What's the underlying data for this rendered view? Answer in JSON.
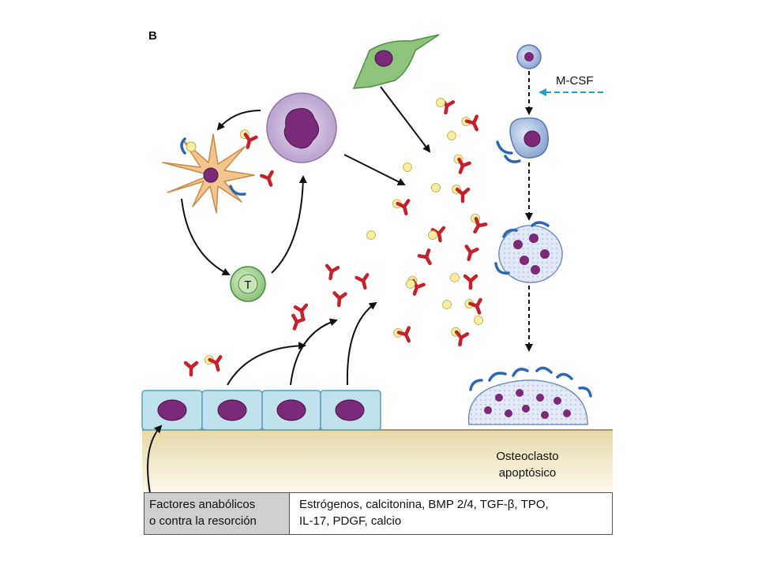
{
  "panel_letter": "B",
  "labels": {
    "mcsf": "M-CSF",
    "t_cell": "T",
    "apoptotic_line1": "Osteoclasto",
    "apoptotic_line2": "apoptósico"
  },
  "legend": {
    "left_line1": "Factores anabólicos",
    "left_line2": "o contra la resorción",
    "right_line1": "Estrógenos, calcitonina, BMP 2/4, TGF-β, TPO,",
    "right_line2": "IL-17, PDGF, calcio"
  },
  "colors": {
    "antibody_red": "#c8202a",
    "antigen_yellow": "#f7efa0",
    "fibroblast_green": "#8cc47c",
    "dendritic_orange": "#f3c48c",
    "macrophage_purple": "#b9a3cc",
    "nucleus_purple": "#7a2a78",
    "osteoclast_blue": "#8ea8d4",
    "receptor_blue": "#2b67b2",
    "osteoblast_cyan": "#bfe2ec",
    "bone_tan": "#e8dcae",
    "mcsf_arrow_cyan": "#1aa3c8"
  }
}
